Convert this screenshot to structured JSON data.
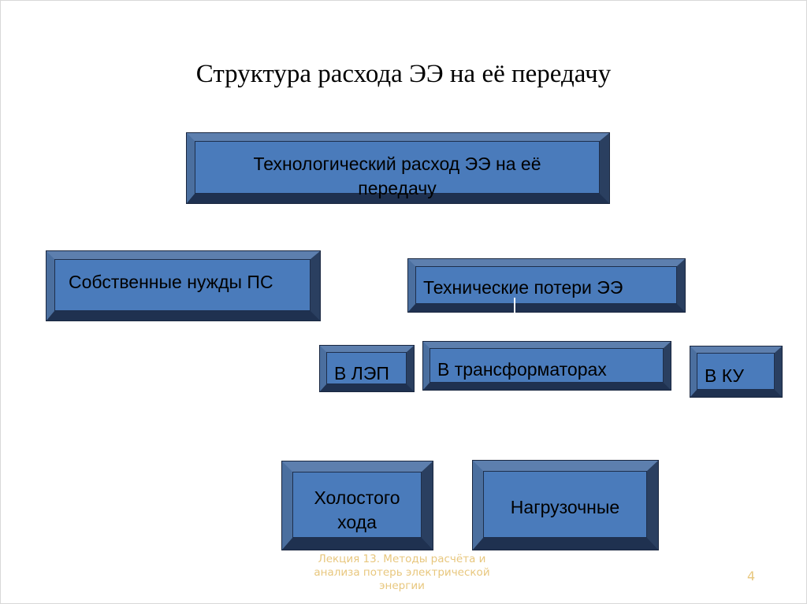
{
  "title": "Структура расхода ЭЭ на её передачу",
  "nodes": {
    "technological": {
      "line1": "Технологический расход ЭЭ на её",
      "line2": "передачу"
    },
    "own_needs": "Собственные нужды ПС",
    "technical_losses": "Технические потери ЭЭ",
    "lines": "В ЛЭП",
    "transformers": "В трансформаторах",
    "compensators": "В КУ",
    "no_load": {
      "line1": "Холостого",
      "line2": "хода"
    },
    "load": "Нагрузочные"
  },
  "footer": {
    "line1": "Лекция 13. Методы расчёта и",
    "line2": "анализа потерь электрической",
    "line3": "энергии"
  },
  "page_number": "4",
  "colors": {
    "box_fill": "#4a7bbb",
    "footer_text": "#e8c77e"
  }
}
